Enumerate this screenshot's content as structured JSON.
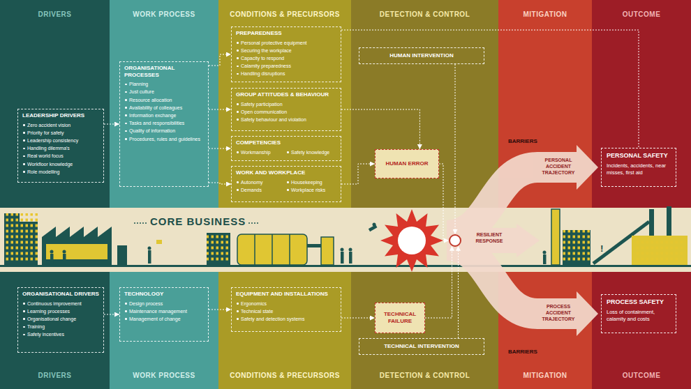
{
  "diagram": {
    "nodes": [
      {
        "text": [
          "LEADERSHIP DRIVERS",
          "Zero accident vision",
          "Priority for safety",
          "Leadership consistency",
          "Handling dilemma's",
          "Real world focus",
          "Workfloor knowledge",
          "Role modelling"
        ]
      },
      {
        "text": [
          "ORGANISATIONAL PROCESSES",
          "Planning",
          "Just culture",
          "Resource allocation",
          "Availability of colleagues",
          "Information exchange",
          "Tasks and responsibilities",
          "Quality of information",
          "Procedures, rules and guidelines"
        ]
      },
      {
        "text": [
          "PREPAREDNESS",
          "Personal protective equipment",
          "Securing the workplace",
          "Capacity to respond",
          "Calamity preparedness",
          "Handling disruptions"
        ]
      },
      {
        "text": [
          "GROUP ATTITUDES & BEHAVIOUR",
          "Safety participation",
          "Open communication",
          "Safety behaviour and violation"
        ]
      },
      {
        "text": [
          "COMPETENCIES",
          "Workmanship",
          "Safety knowledge"
        ]
      },
      {
        "text": [
          "WORK AND WORKPLACE",
          "Autonomy",
          "Housekeeping",
          "Demands",
          "Workplace risks"
        ]
      },
      {
        "text": [
          "HUMAN INTERVENTION"
        ]
      },
      {
        "text": [
          "HUMAN ERROR"
        ]
      },
      {
        "text": [
          "PERSONAL SAFETY",
          "Incidents, accidents, near misses, first aid"
        ]
      },
      {
        "text": [
          "CORE BUSINESS"
        ]
      },
      {
        "text": [
          "!"
        ],
        "in": 9
      },
      {
        "text": [
          "ORGANISATIONAL DRIVERS",
          "Continuous improvement",
          "Learning processes",
          "Organisational change",
          "Training",
          "Safety incentives"
        ]
      },
      {
        "text": [
          "TECHNOLOGY",
          "Design process",
          "Maintenance management",
          "Management of change"
        ]
      },
      {
        "text": [
          "EQUIPMENT AND INSTALLATIONS",
          "Ergonomics",
          "Technical state",
          "Safety and detection systems"
        ]
      },
      {
        "text": [
          "TECHNICAL FAILURE"
        ]
      },
      {
        "text": [
          "TECHNICAL INTERVENTION"
        ]
      },
      {
        "text": [
          "PROCESS SAFETY",
          "Loss of containment, calamity and costs"
        ]
      }
    ],
    "edges": [
      {
        "from": 0,
        "to": 1,
        "arrow": "to"
      },
      {
        "from": 1,
        "to": 2,
        "arrow": "to"
      },
      {
        "from": 1,
        "to": 3,
        "arrow": "to"
      },
      {
        "from": 1,
        "to": 4,
        "arrow": "to"
      },
      {
        "from": 1,
        "to": 5,
        "arrow": "to"
      },
      {
        "from": 3,
        "to": 7,
        "arrow": "to"
      },
      {
        "from": 5,
        "to": 7,
        "arrow": "to"
      },
      {
        "from": 2,
        "to": 8,
        "arrow": "none"
      },
      {
        "from": 6,
        "to": 10,
        "arrow": "to"
      },
      {
        "from": 7,
        "to": 10,
        "arrow": "to"
      },
      {
        "from": 14,
        "to": 10,
        "arrow": "to"
      },
      {
        "from": 15,
        "to": 10,
        "arrow": "to"
      },
      {
        "from": 11,
        "to": 12,
        "arrow": "to"
      },
      {
        "from": 12,
        "to": 13,
        "arrow": "to"
      },
      {
        "from": 13,
        "to": 14,
        "arrow": "to"
      }
    ],
    "labels": [
      "DRIVERS",
      "WORK PROCESS",
      "CONDITIONS & PRECURSORS",
      "DETECTION & CONTROL",
      "MITIGATION",
      "OUTCOME",
      "BARRIERS",
      "PERSONAL ACCIDENT TRAJECTORY",
      "RESILIENT RESPONSE",
      "PROCESS ACCIDENT TRAJECTORY",
      "BARRIERS",
      "DRIVERS",
      "WORK PROCESS",
      "CONDITIONS & PRECURSORS",
      "DETECTION & CONTROL",
      "MITIGATION",
      "OUTCOME"
    ]
  }
}
